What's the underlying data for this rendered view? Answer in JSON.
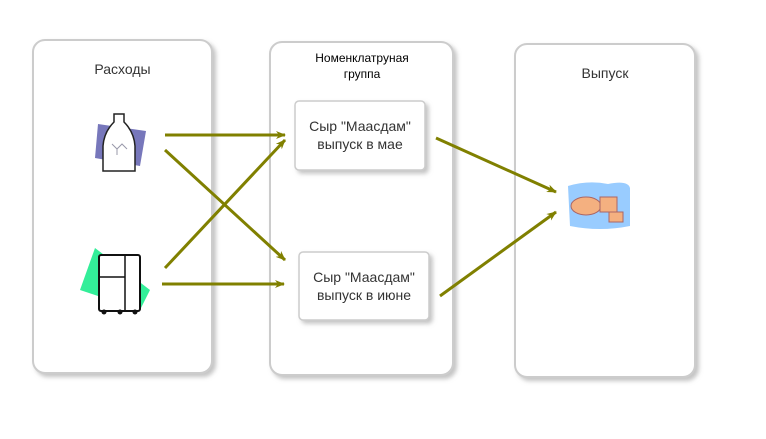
{
  "columns": {
    "expenses": "Расходы",
    "group": "Номенклатруная группа",
    "output": "Выпуск"
  },
  "items": {
    "may": "Сыр \"Маасдам\" выпуск в мае",
    "june": "Сыр \"Маасдам\" выпуск в июне"
  },
  "colors": {
    "arrow": "#808000",
    "panel_border": "#c8c8c8"
  },
  "icons": [
    "milk-bottle-icon",
    "refrigerator-icon",
    "cheese-icon"
  ]
}
